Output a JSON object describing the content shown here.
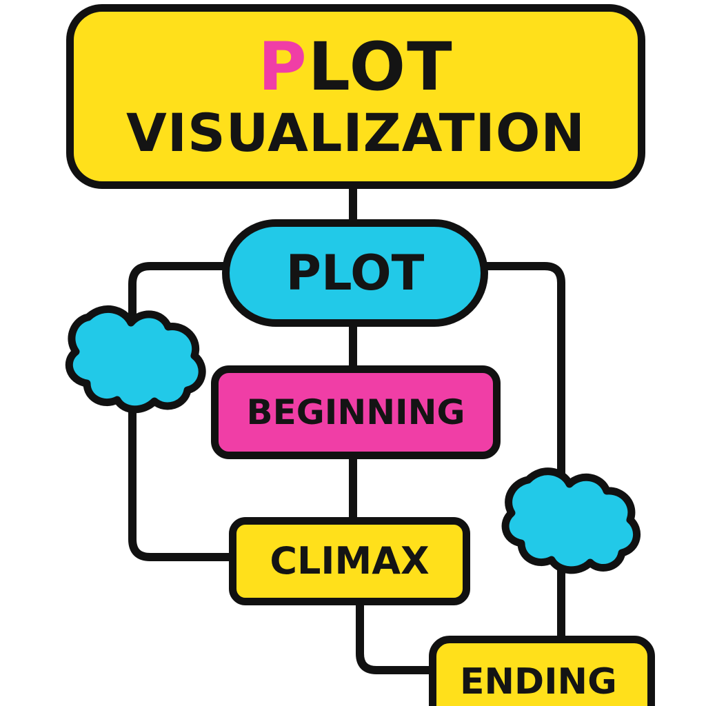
{
  "colors": {
    "yellow": "#FFE01B",
    "cyan": "#22C9E8",
    "magenta": "#F03EA6",
    "outline": "#111111",
    "text": "#141414",
    "background": "#FFFFFF"
  },
  "diagram": {
    "title": {
      "first_letter": "P",
      "first_word_rest": "LOT",
      "second_line": "VISUALIZATION"
    },
    "nodes": {
      "plot": "PLOT",
      "beginning": "BEGINNING",
      "climax": "CLIMAX",
      "ending": "ENDING"
    },
    "clouds": [
      "cloud-left",
      "cloud-right"
    ]
  }
}
